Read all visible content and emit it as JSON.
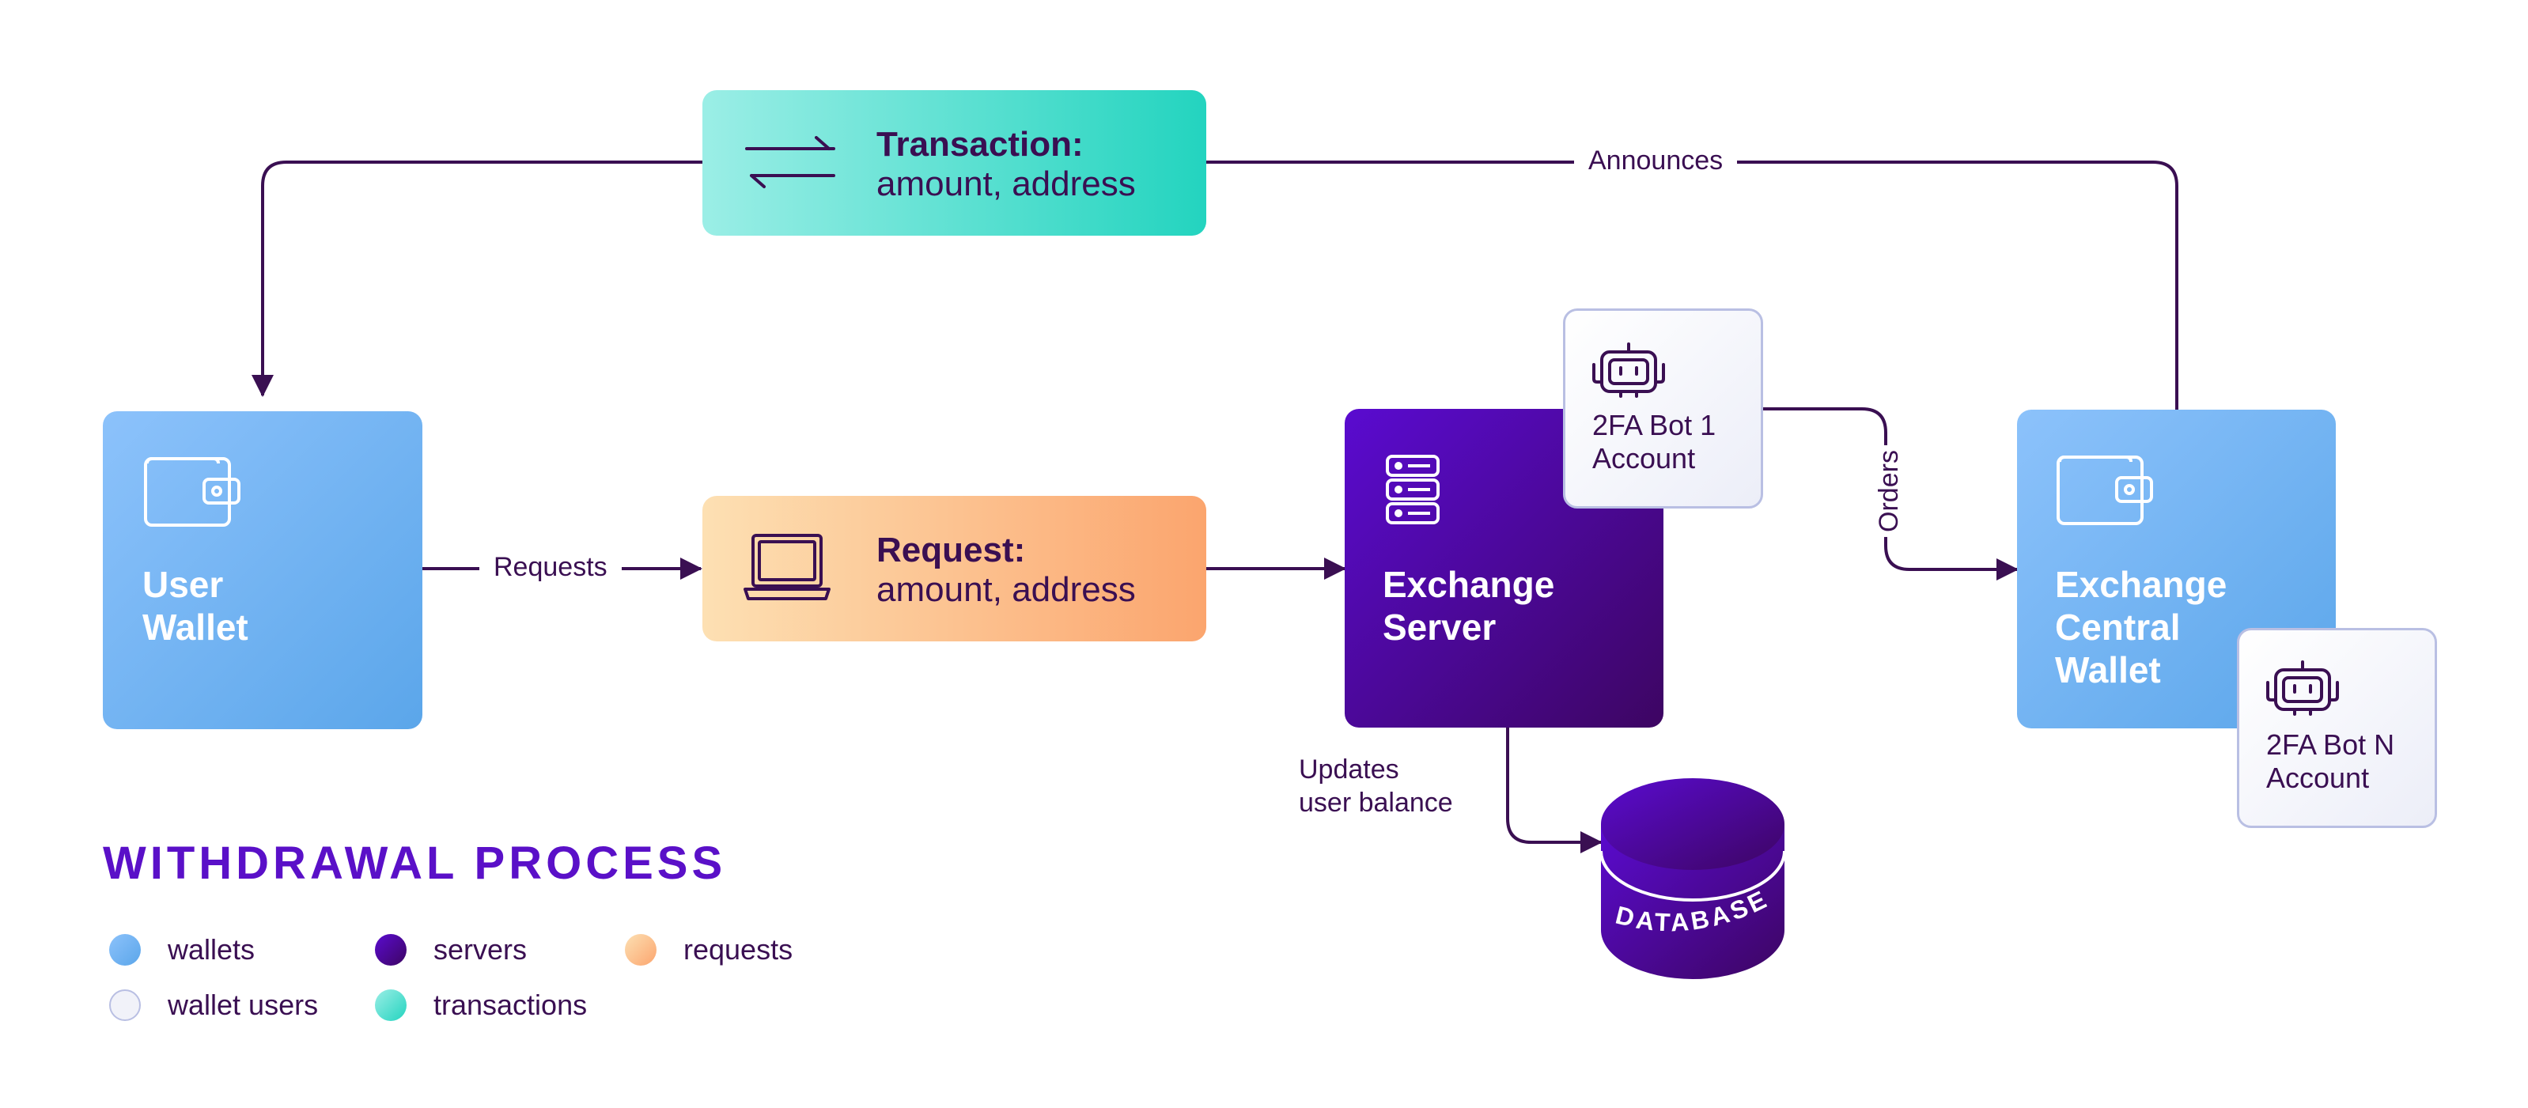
{
  "legend_title": "WITHDRAWAL PROCESS",
  "nodes": {
    "user_wallet": {
      "line1": "User",
      "line2": "Wallet"
    },
    "exchange_server": {
      "line1": "Exchange",
      "line2": "Server"
    },
    "central_wallet": {
      "line1": "Exchange",
      "line2": "Central",
      "line3": "Wallet"
    },
    "transaction": {
      "title": "Transaction:",
      "sub": "amount, address"
    },
    "request": {
      "title": "Request:",
      "sub": "amount, address"
    },
    "bot1": {
      "line1": "2FA Bot 1",
      "line2": "Account"
    },
    "botn": {
      "line1": "2FA Bot N",
      "line2": "Account"
    },
    "database": {
      "label": "DATABASE"
    }
  },
  "edges": {
    "announces": "Announces",
    "requests": "Requests",
    "orders": "Orders",
    "updates_line1": "Updates",
    "updates_line2": "user balance"
  },
  "legend": [
    {
      "label": "wallets",
      "color": "#7db8f0"
    },
    {
      "label": "servers",
      "color": "#4a078f"
    },
    {
      "label": "requests",
      "color": "#fbb27f"
    },
    {
      "label": "wallet users",
      "color": "#f1f2f9"
    },
    {
      "label": "transactions",
      "color": "#4fdccb"
    }
  ],
  "colors": {
    "line": "#3a0f52",
    "heading": "#5a10c8"
  }
}
